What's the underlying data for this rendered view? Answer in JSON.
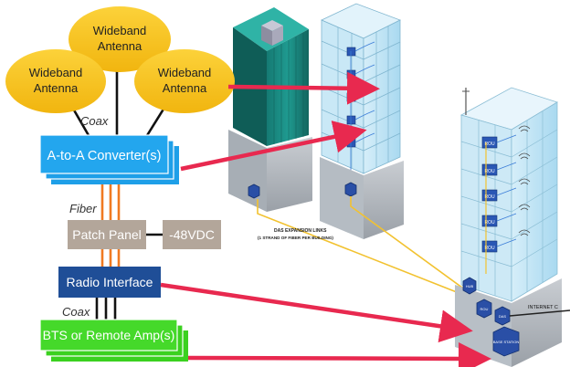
{
  "antennas": [
    {
      "line1": "Wideband",
      "line2": "Antenna"
    },
    {
      "line1": "Wideband",
      "line2": "Antenna"
    },
    {
      "line1": "Wideband",
      "line2": "Antenna"
    }
  ],
  "cable_labels": {
    "coax_top": "Coax",
    "fiber": "Fiber",
    "coax_bottom": "Coax"
  },
  "boxes": {
    "converter": "A-to-A Converter(s)",
    "patch_panel": "Patch Panel",
    "power": "-48VDC",
    "radio_interface": "Radio Interface",
    "bts": "BTS or Remote Amp(s)"
  },
  "das_text": {
    "line1": "DAS EXPANSION LINKS",
    "line2": "(1 STRAND OF FIBER PER BUILDING)"
  },
  "node_labels": {
    "rou": "ROU",
    "hub": "HUB",
    "das": "DAS",
    "base_station": "BASE STATION"
  },
  "internet_label": "INTERNET C",
  "colors": {
    "antenna": "#f7c21b",
    "converter": "#1e9fe8",
    "patch": "#b3a69a",
    "radio": "#1f4e97",
    "bts": "#3bd11f",
    "arrow": "#e8294f",
    "fiber": "#f07a22",
    "building_green": "#1d8f86",
    "glass": "#bfe5f7"
  }
}
